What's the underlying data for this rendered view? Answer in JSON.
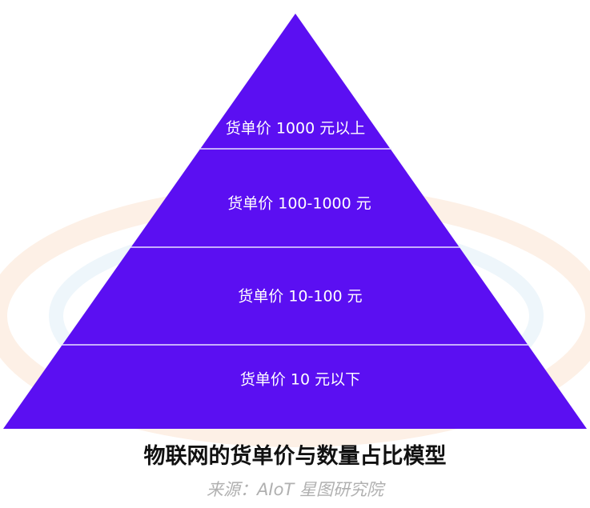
{
  "diagram": {
    "fill_color": "#5b0ff2",
    "divider_color": "#e9e3ff",
    "tiers": [
      {
        "label": "货单价 1000 元以上"
      },
      {
        "label": "货单价 100-1000 元"
      },
      {
        "label": "货单价 10-100 元"
      },
      {
        "label": "货单价 10 元以下"
      }
    ]
  },
  "title": "物联网的货单价与数量占比模型",
  "source": "来源：AIoT 星图研究院"
}
